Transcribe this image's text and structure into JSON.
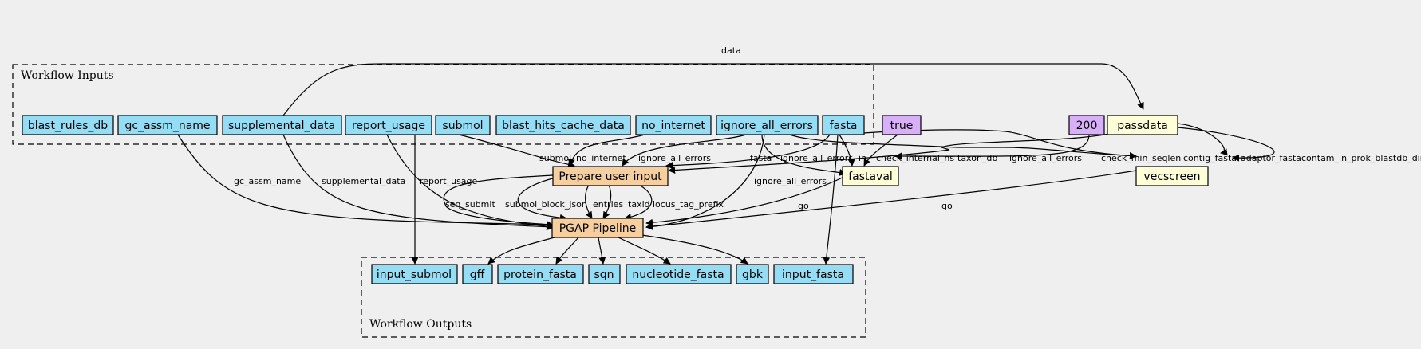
{
  "colors": {
    "input": "#94ddf4",
    "output": "#94ddf4",
    "step": "#f7cf9f",
    "expression": "#ffffd8",
    "constant": "#d7b0f8",
    "background": "#efefef"
  },
  "clusters": {
    "inputs_label": "Workflow Inputs",
    "outputs_label": "Workflow Outputs"
  },
  "nodes": {
    "blast_rules_db": "blast_rules_db",
    "gc_assm_name": "gc_assm_name",
    "supplemental_data": "supplemental_data",
    "report_usage": "report_usage",
    "submol": "submol",
    "blast_hits_cache_data": "blast_hits_cache_data",
    "no_internet": "no_internet",
    "ignore_all_errors": "ignore_all_errors",
    "fasta": "fasta",
    "true_const": "true",
    "c200": "200",
    "passdata": "passdata",
    "prepare": "Prepare user input",
    "fastaval": "fastaval",
    "vecscreen": "vecscreen",
    "pgap": "PGAP Pipeline",
    "out_input_submol": "input_submol",
    "out_gff": "gff",
    "out_protein_fasta": "protein_fasta",
    "out_sqn": "sqn",
    "out_nucleotide_fasta": "nucleotide_fasta",
    "out_gbk": "gbk",
    "out_input_fasta": "input_fasta"
  },
  "edge_labels": {
    "data": "data",
    "submol": "submol",
    "no_internet": "no_internet",
    "ignore_all_errors_prep": "ignore_all_errors",
    "fasta": "fasta",
    "ignore_all_errors_fastaval": "ignore_all_errors",
    "in": "in",
    "check_internal_ns": "check_internal_ns",
    "taxon_db": "taxon_db",
    "ignore_all_errors_vec": "ignore_all_errors",
    "check_min_seqlen": "check_min_seqlen",
    "contig_fasta": "contig_fasta",
    "adaptor_fasta": "adaptor_fasta",
    "contam": "contam_in_prok_blastdb_dir",
    "gc_assm_name": "gc_assm_name",
    "supplemental_data": "supplemental_data",
    "report_usage": "report_usage",
    "ignore_all_errors_pgap": "ignore_all_errors",
    "seq_submit": "seq_submit",
    "submol_block_json": "submol_block_json",
    "entries": "entries",
    "taxid": "taxid",
    "locus_tag_prefix": "locus_tag_prefix",
    "go_fastaval": "go",
    "go_vecscreen": "go"
  }
}
